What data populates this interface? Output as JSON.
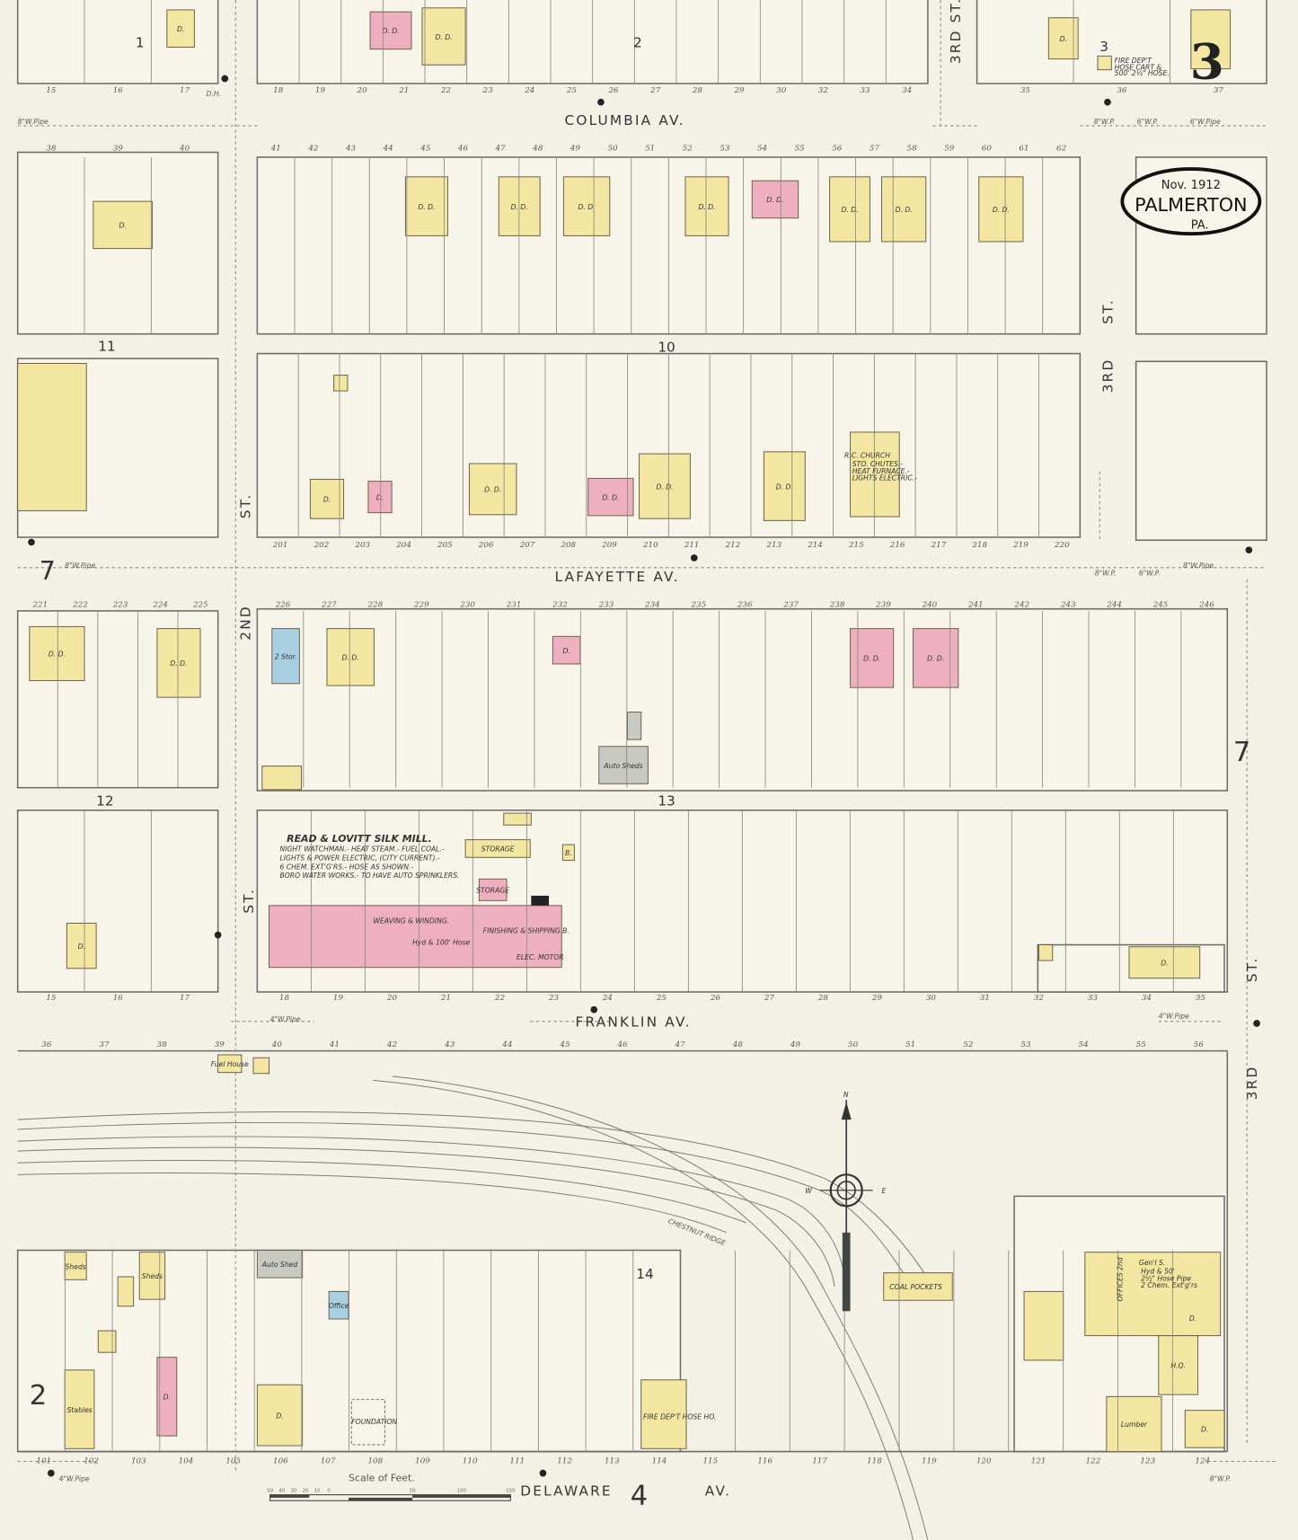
{
  "title": {
    "date": "Nov. 1912",
    "town": "PALMERTON",
    "state": "PA."
  },
  "sheet_number": "3",
  "streets": {
    "columbia": "COLUMBIA  AV.",
    "lafayette": "LAFAYETTE  AV.",
    "franklin": "FRANKLIN  AV.",
    "delaware_a": "DELAWARE",
    "delaware_b": "AV.",
    "second_st": "2ND",
    "st": "ST.",
    "third_st_top": "3RD ST.",
    "third": "3RD"
  },
  "block_numbers": [
    "1",
    "2",
    "3",
    "10",
    "11",
    "12",
    "13",
    "14"
  ],
  "sheet_refs": {
    "left_7": "7",
    "right_7": "7",
    "bottom_2": "2",
    "bottom_4": "4"
  },
  "pipes": {
    "p8": "8\"W.Pipe",
    "p6": "6\"W.Pipe",
    "p4": "4\"W.Pipe",
    "p8wp": "8\"W.P.",
    "p6wp": "6\"W.P.",
    "dh": "D.H."
  },
  "lot_numbers": {
    "row1_top": [
      "15",
      "16",
      "17",
      "18",
      "19",
      "20",
      "21",
      "22",
      "23",
      "24",
      "25",
      "26",
      "27",
      "28",
      "29",
      "30",
      "32",
      "33",
      "34",
      "35",
      "36",
      "37"
    ],
    "row2_top": [
      "38",
      "39",
      "40",
      "41",
      "42",
      "43",
      "44",
      "45",
      "46",
      "47",
      "48",
      "49",
      "50",
      "51",
      "52",
      "53",
      "54",
      "55",
      "56",
      "57",
      "58",
      "59",
      "60",
      "61",
      "62"
    ],
    "row2_bottom": [
      "201",
      "202",
      "203",
      "204",
      "205",
      "206",
      "207",
      "208",
      "209",
      "210",
      "211",
      "212",
      "213",
      "214",
      "215",
      "216",
      "217",
      "218",
      "219",
      "220"
    ],
    "row3_top": [
      "221",
      "222",
      "223",
      "224",
      "225",
      "226",
      "227",
      "228",
      "229",
      "230",
      "231",
      "232",
      "233",
      "234",
      "235",
      "236",
      "237",
      "238",
      "239",
      "240",
      "241",
      "242",
      "243",
      "244",
      "245",
      "246"
    ],
    "row3_bottom": [
      "15",
      "16",
      "17",
      "18",
      "19",
      "20",
      "21",
      "22",
      "23",
      "24",
      "25",
      "26",
      "27",
      "28",
      "29",
      "30",
      "31",
      "32",
      "33",
      "34",
      "35"
    ],
    "row4_top": [
      "36",
      "37",
      "38",
      "39",
      "40",
      "41",
      "42",
      "43",
      "44",
      "45",
      "46",
      "47",
      "48",
      "49",
      "50",
      "51",
      "52",
      "53",
      "54",
      "55",
      "56"
    ],
    "row4_bottom": [
      "101",
      "102",
      "103",
      "104",
      "105",
      "106",
      "107",
      "108",
      "109",
      "110",
      "111",
      "112",
      "113",
      "114",
      "115",
      "116",
      "117",
      "118",
      "119",
      "120",
      "121",
      "122",
      "123",
      "124"
    ]
  },
  "mill": {
    "name": "READ & LOVITT SILK MILL.",
    "notes": [
      "NIGHT WATCHMAN.- HEAT STEAM.- FUEL COAL.-",
      "LIGHTS & POWER ELECTRIC, (CITY CURRENT).-",
      "6 CHEM. EXT'G'RS.- HOSE AS SHOWN.-",
      "BORO WATER WORKS.- TO HAVE AUTO SPRINKLERS."
    ],
    "weaving": "WEAVING & WINDING.",
    "finishing": "FINISHING & SHIPPING B.",
    "hose": "Hyd & 100' Hose",
    "motor": "ELEC. MOTOR"
  },
  "church": {
    "name": "R.C. CHURCH",
    "notes": [
      "STO. CHUTES.-",
      "HEAT FURNACE.-",
      "LIGHTS ELECTRIC.-"
    ]
  },
  "fire_dept": {
    "name": "FIRE DEP'T",
    "notes": [
      "HOSE CART &",
      "500' 2½\" HOSE."
    ]
  },
  "fire_dept_hose": "FIRE DEP'T HOSE HO.",
  "general_store": {
    "name": "Gen'l S.",
    "notes": [
      "Hyd & 50'",
      "2½\" Hose Pipe",
      "2 Chem. Ext'g'rs"
    ],
    "office": "OFFICES 2nd"
  },
  "railroad": "CHESTNUT RIDGE",
  "coal_pockets": "COAL POCKETS",
  "compass": {
    "n": "N",
    "e": "E",
    "w": "W"
  },
  "colors": {
    "frame": "#f2e6a0",
    "brick": "#eeb0c0",
    "stone": "#a9cfe3",
    "other": "#c9c9c4",
    "paper": "#f3f1e6"
  },
  "buildings": [
    {
      "label": "D.",
      "material": "frame"
    },
    {
      "label": "D. D.",
      "material": "brick"
    },
    {
      "label": "D. D.",
      "material": "frame"
    },
    {
      "label": "D.",
      "material": "frame"
    },
    {
      "label": "",
      "material": "frame"
    },
    {
      "label": "",
      "material": "frame"
    },
    {
      "label": "D.",
      "material": "frame"
    },
    {
      "label": "D. D.",
      "material": "frame"
    },
    {
      "label": "D. D.",
      "material": "frame"
    },
    {
      "label": "D. D.",
      "material": "frame"
    },
    {
      "label": "D. D.",
      "material": "frame"
    },
    {
      "label": "D. D.",
      "material": "brick"
    },
    {
      "label": "D. D.",
      "material": "frame"
    },
    {
      "label": "D. D.",
      "material": "frame"
    },
    {
      "label": "D. D.",
      "material": "frame"
    },
    {
      "label": "",
      "material": "frame"
    },
    {
      "label": "D.",
      "material": "frame"
    },
    {
      "label": "D.",
      "material": "brick"
    },
    {
      "label": "D. D.",
      "material": "frame"
    },
    {
      "label": "D. D.",
      "material": "brick"
    },
    {
      "label": "D. D.",
      "material": "frame"
    },
    {
      "label": "D. D.",
      "material": "frame"
    },
    {
      "label": "",
      "material": "frame"
    },
    {
      "label": "D. D.",
      "material": "frame"
    },
    {
      "label": "D. D.",
      "material": "frame"
    },
    {
      "label": "2 Stor.",
      "material": "stone"
    },
    {
      "label": "D. D.",
      "material": "frame"
    },
    {
      "label": "D.",
      "material": "brick"
    },
    {
      "label": "D. D.",
      "material": "brick"
    },
    {
      "label": "D. D.",
      "material": "brick"
    },
    {
      "label": "",
      "material": "other"
    },
    {
      "label": "Auto Sheds",
      "material": "other"
    },
    {
      "label": "",
      "material": "frame"
    },
    {
      "label": "STORAGE",
      "material": "frame"
    },
    {
      "label": "STORAGE",
      "material": "brick"
    },
    {
      "label": "",
      "material": "frame"
    },
    {
      "label": "B.",
      "material": "frame"
    },
    {
      "label": "D.",
      "material": "frame"
    },
    {
      "label": "",
      "material": "frame"
    },
    {
      "label": "D.",
      "material": "frame"
    },
    {
      "label": "Fuel House",
      "material": "frame"
    },
    {
      "label": "",
      "material": "frame"
    },
    {
      "label": "",
      "material": "frame"
    },
    {
      "label": "D.",
      "material": "frame"
    },
    {
      "label": "",
      "material": "frame"
    },
    {
      "label": "Sheds",
      "material": "frame"
    },
    {
      "label": "Sheds",
      "material": "frame"
    },
    {
      "label": "",
      "material": "frame"
    },
    {
      "label": "D.",
      "material": "brick"
    },
    {
      "label": "Auto Shed",
      "material": "other"
    },
    {
      "label": "Office",
      "material": "stone"
    },
    {
      "label": "D.",
      "material": "frame"
    },
    {
      "label": "Lumber",
      "material": "frame"
    },
    {
      "label": "D.",
      "material": "frame"
    },
    {
      "label": "",
      "material": "frame"
    },
    {
      "label": "Stables",
      "material": "frame"
    },
    {
      "label": "H.Q.",
      "material": "frame"
    }
  ],
  "foundation": "FOUNDATION",
  "scale": {
    "title": "Scale of Feet.",
    "ticks": [
      "50",
      "40",
      "30",
      "20",
      "10",
      "0",
      "50",
      "100",
      "150"
    ]
  }
}
